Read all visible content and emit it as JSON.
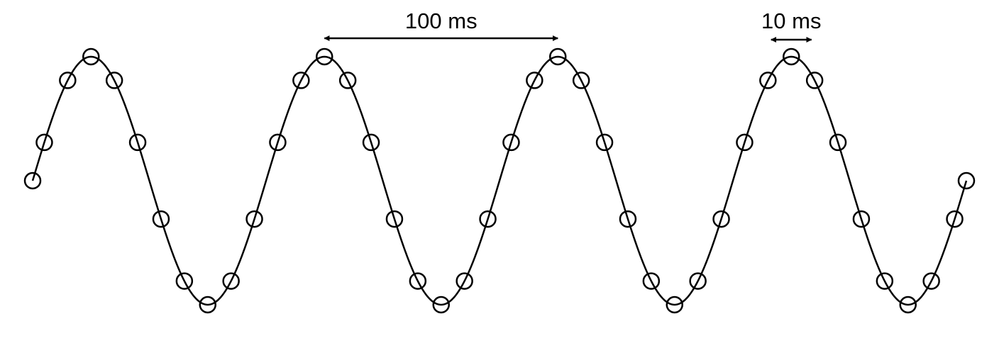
{
  "annotations": {
    "period_label": "100 ms",
    "sample_interval_label": "10 ms"
  },
  "waveform": {
    "period_ms": 100,
    "sample_interval_ms": 10,
    "cycles": 4,
    "samples_per_cycle": 10
  },
  "colors": {
    "stroke": "#000000",
    "background": "#ffffff"
  }
}
